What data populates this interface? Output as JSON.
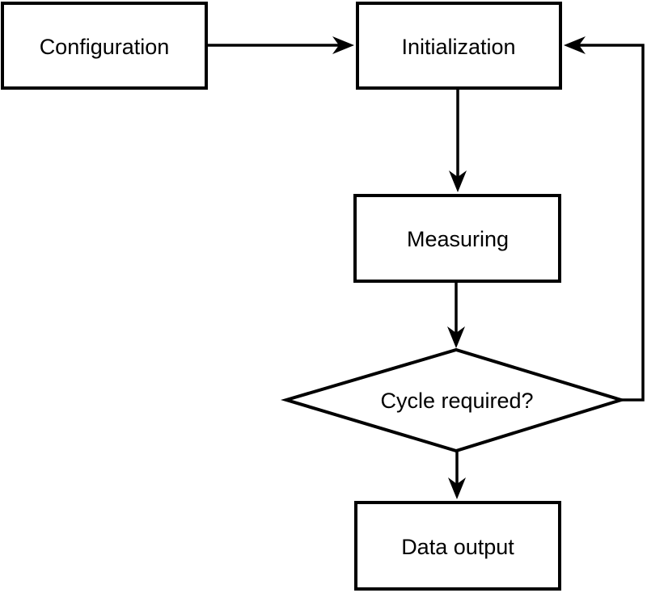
{
  "diagram": {
    "type": "flowchart",
    "colors": {
      "background": "#ffffff",
      "node_fill": "#ffffff",
      "stroke": "#000000",
      "text": "#000000"
    },
    "nodes": [
      {
        "id": "configuration",
        "shape": "process",
        "label": "Configuration"
      },
      {
        "id": "initialization",
        "shape": "process",
        "label": "Initialization"
      },
      {
        "id": "measuring",
        "shape": "process",
        "label": "Measuring"
      },
      {
        "id": "cycle-required",
        "shape": "decision",
        "label": "Cycle required?"
      },
      {
        "id": "data-output",
        "shape": "process",
        "label": "Data output"
      }
    ],
    "edges": [
      {
        "from": "configuration",
        "to": "initialization",
        "label": ""
      },
      {
        "from": "initialization",
        "to": "measuring",
        "label": ""
      },
      {
        "from": "measuring",
        "to": "cycle-required",
        "label": ""
      },
      {
        "from": "cycle-required",
        "to": "data-output",
        "label": ""
      },
      {
        "from": "cycle-required",
        "to": "initialization",
        "label": "",
        "kind": "loop-back"
      }
    ]
  }
}
